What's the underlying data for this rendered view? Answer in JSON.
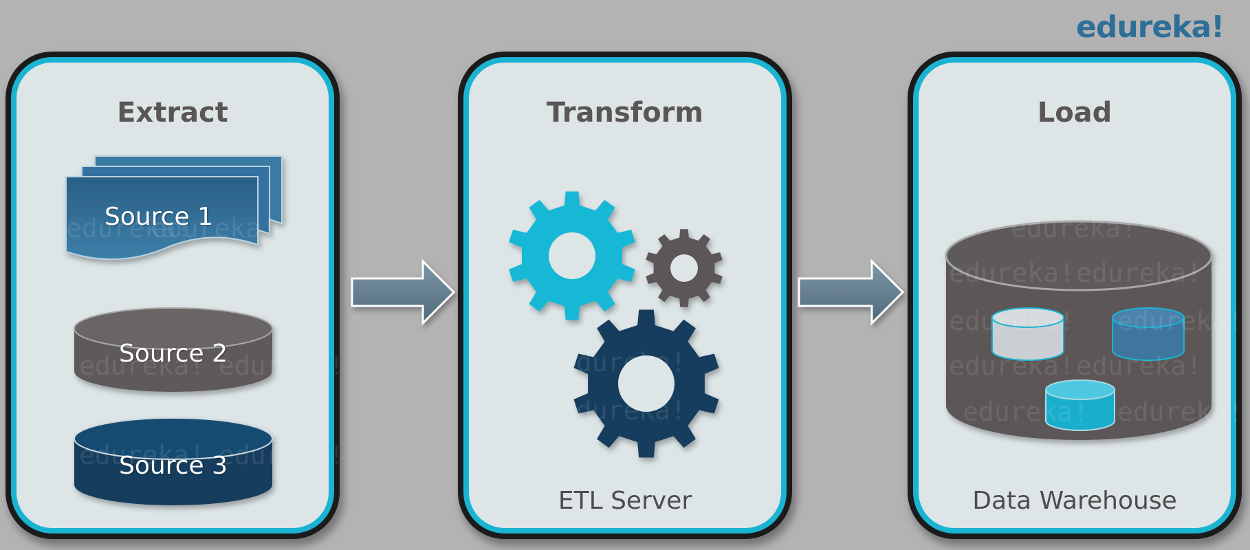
{
  "brand": "edureka!",
  "watermark": "edureka!",
  "stages": {
    "extract": {
      "title": "Extract",
      "sources": [
        "Source 1",
        "Source 2",
        "Source 3"
      ]
    },
    "transform": {
      "title": "Transform",
      "caption": "ETL Server"
    },
    "load": {
      "title": "Load",
      "caption": "Data Warehouse"
    }
  },
  "colors": {
    "background": "#b3b3b3",
    "panel_fill": "#dde5e7",
    "panel_border": "#1ab3d2",
    "source1": "#2f6c95",
    "source2": "#5e5a5a",
    "source3": "#123d5d",
    "gear_cyan": "#18b8d6",
    "gear_gray": "#5b5656",
    "gear_navy": "#123d5d",
    "arrow": "#647f8f",
    "warehouse": "#5b5656"
  },
  "icons": [
    "arrow-right-icon",
    "gear-icon",
    "database-icon",
    "document-stack-icon"
  ]
}
